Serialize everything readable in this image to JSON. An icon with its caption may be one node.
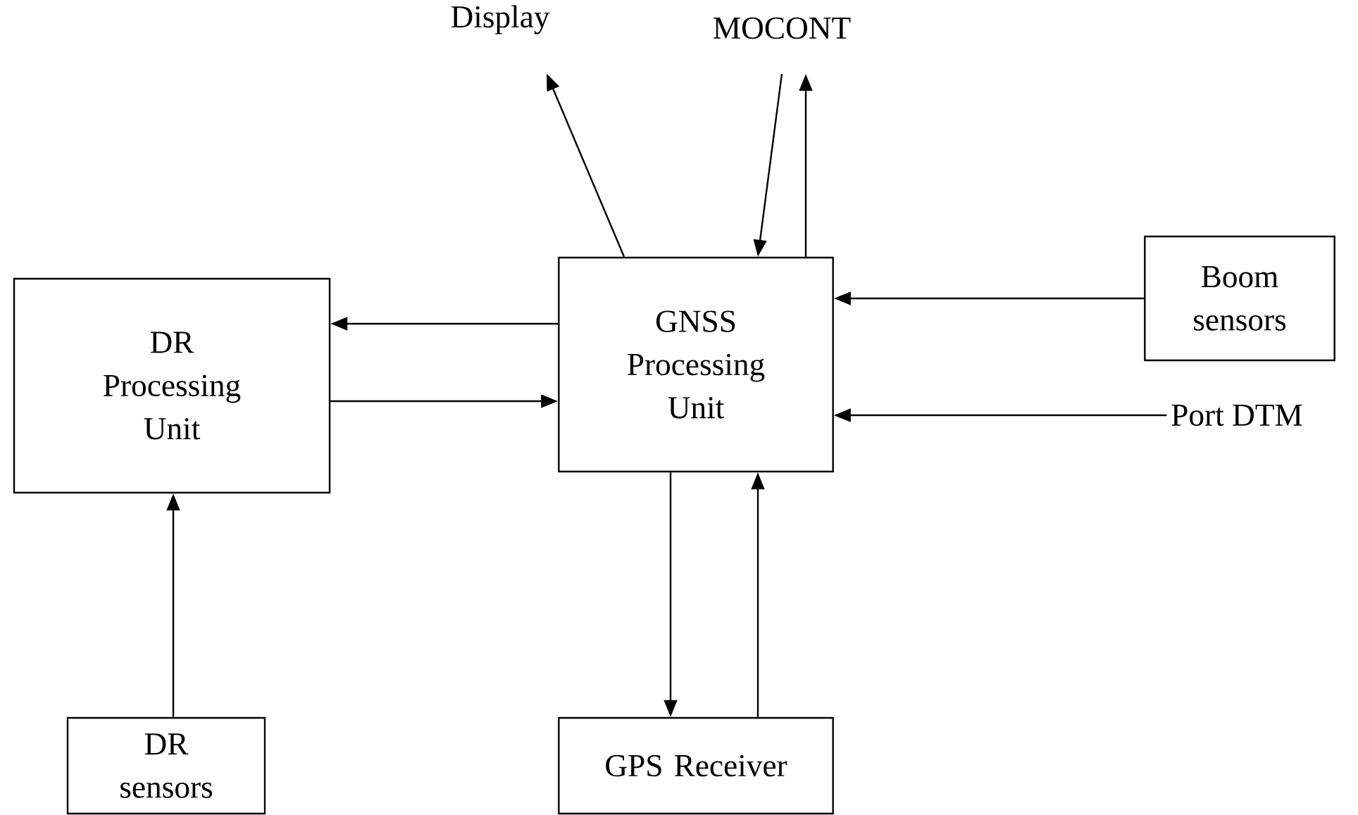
{
  "diagram": {
    "nodes": [
      {
        "text": [
          "DR Processing Unit"
        ]
      },
      {
        "text": [
          "GNSS Processing Unit"
        ]
      },
      {
        "text": [
          "Boom sensors"
        ]
      },
      {
        "text": [
          "Port DTM"
        ]
      },
      {
        "text": [
          "DR sensors"
        ]
      },
      {
        "text": [
          "GPS Receiver"
        ]
      },
      {
        "text": [
          "Display"
        ]
      },
      {
        "text": [
          "MOCONT"
        ]
      }
    ],
    "edges": [
      {
        "from": 1,
        "to": 0,
        "arrow": "to"
      },
      {
        "from": 0,
        "to": 1,
        "arrow": "to"
      },
      {
        "from": 2,
        "to": 1,
        "arrow": "to"
      },
      {
        "from": 3,
        "to": 1,
        "arrow": "to"
      },
      {
        "from": 4,
        "to": 0,
        "arrow": "to"
      },
      {
        "from": 1,
        "to": 5,
        "arrow": "to"
      },
      {
        "from": 5,
        "to": 1,
        "arrow": "to"
      },
      {
        "from": 1,
        "to": 6,
        "arrow": "to"
      },
      {
        "from": 7,
        "to": 1,
        "arrow": "to"
      },
      {
        "from": 1,
        "to": 7,
        "arrow": "to"
      }
    ]
  }
}
